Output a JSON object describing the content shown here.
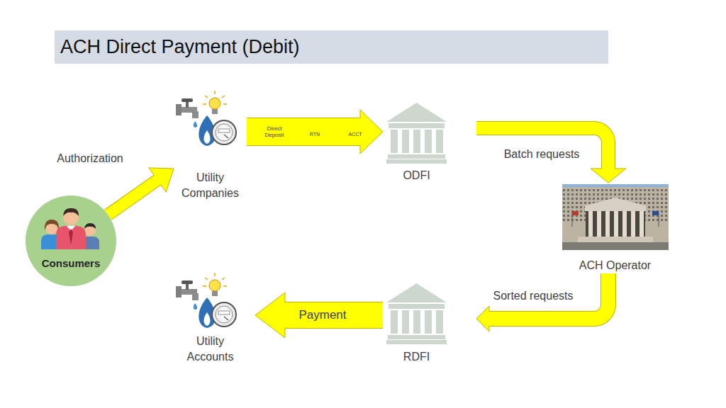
{
  "diagram": {
    "title": "ACH Direct Payment (Debit)",
    "nodes": [
      {
        "text": [
          "Consumers"
        ]
      },
      {
        "text": [
          "Utility Companies"
        ]
      },
      {
        "text": [
          "ODFI"
        ]
      },
      {
        "text": [
          "ACH Operator"
        ]
      },
      {
        "text": [
          "RDFI"
        ]
      },
      {
        "text": [
          "Utility Accounts"
        ]
      }
    ],
    "edges": [
      {
        "from": 0,
        "to": 1,
        "label": "Authorization",
        "arrow": "to"
      },
      {
        "from": 1,
        "to": 2,
        "label": "Direct Deposit",
        "arrow": "to"
      },
      {
        "from": 2,
        "to": 3,
        "label": "Batch requests",
        "arrow": "to"
      },
      {
        "from": 3,
        "to": 4,
        "label": "Sorted requests",
        "arrow": "to"
      },
      {
        "from": 4,
        "to": 5,
        "label": "Payment",
        "arrow": "to"
      }
    ],
    "labels": [
      "RTN",
      "ACCT"
    ]
  }
}
